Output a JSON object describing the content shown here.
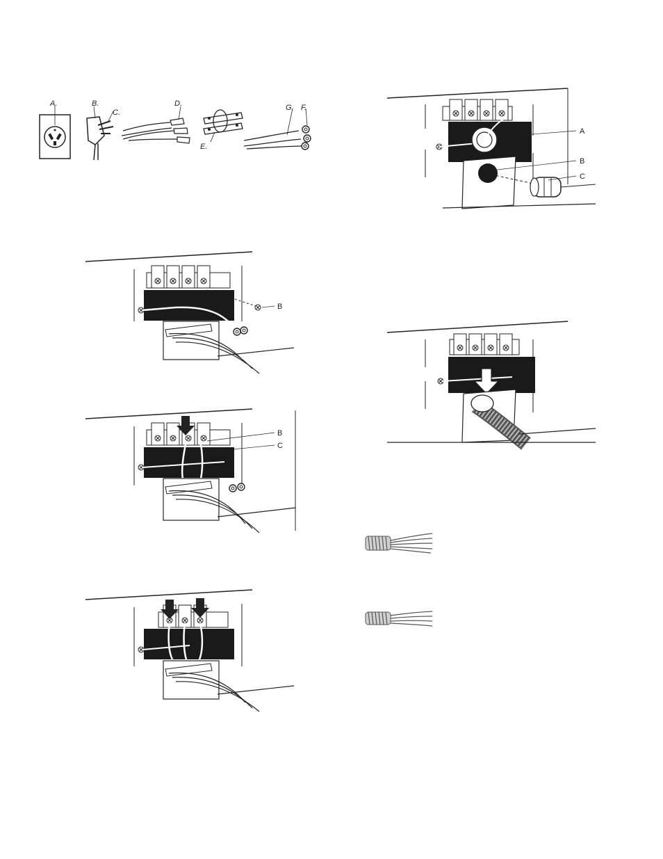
{
  "parts_figure": {
    "labels": {
      "a": "A.",
      "b": "B.",
      "c": "C.",
      "d": "D.",
      "e": "E.",
      "g": "G.",
      "f": "F."
    }
  },
  "figure_right_1": {
    "labels": {
      "a": "A",
      "b": "B",
      "c": "C"
    }
  },
  "figure_left_1": {
    "labels": {
      "b": "B"
    }
  },
  "figure_left_2": {
    "labels": {
      "b": "B",
      "c": "C"
    }
  },
  "colors": {
    "ink": "#222222",
    "block": "#1a1a1a",
    "paper": "#ffffff"
  }
}
